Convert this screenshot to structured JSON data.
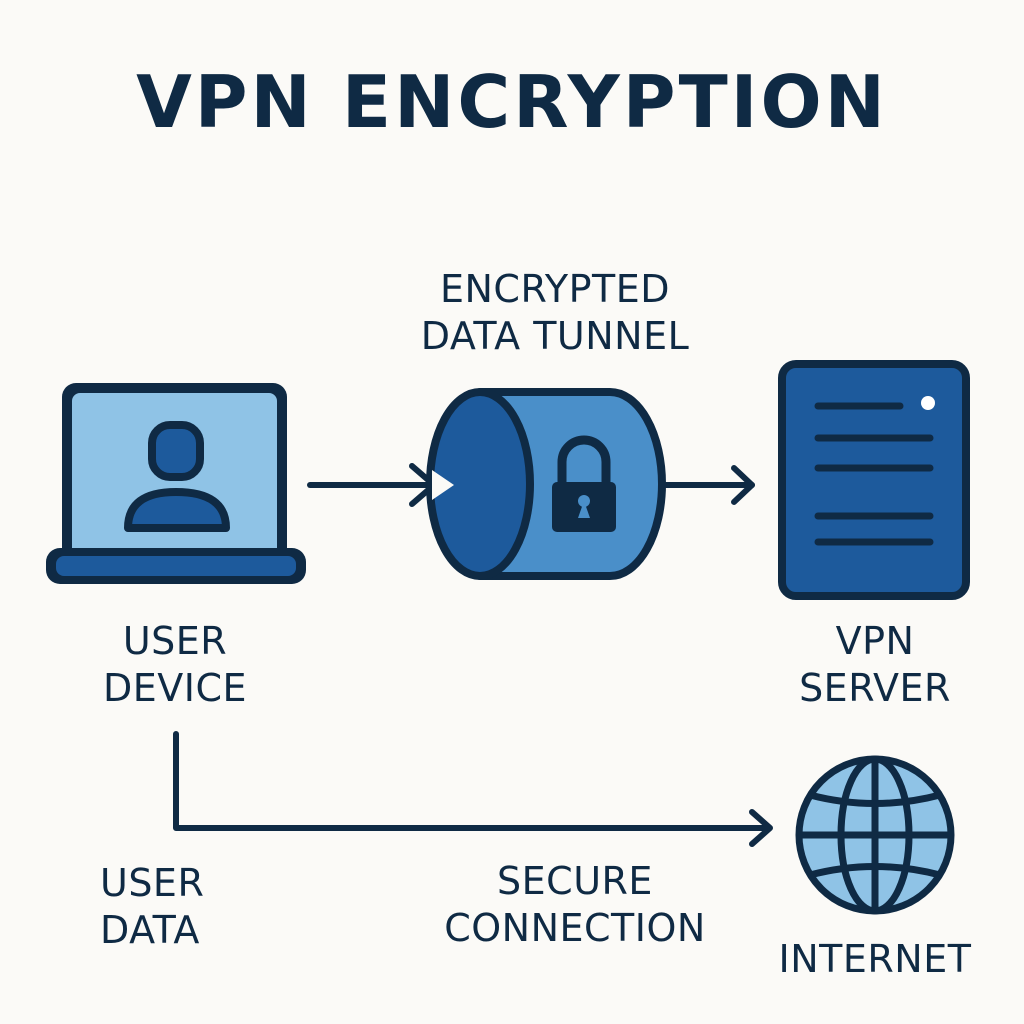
{
  "title": "VPN ENCRYPTION",
  "nodes": {
    "user_device": {
      "line1": "USER",
      "line2": "DEVICE",
      "icon": "laptop-user-icon"
    },
    "tunnel": {
      "line1": "ENCRYPTED",
      "line2": "DATA TUNNEL",
      "icon": "padlock-icon"
    },
    "vpn_server": {
      "line1": "VPN",
      "line2": "SERVER",
      "icon": "server-icon"
    },
    "internet": {
      "label": "INTERNET",
      "icon": "globe-icon"
    }
  },
  "edges": {
    "user_data": {
      "line1": "USER",
      "line2": "DATA"
    },
    "secure_connection": {
      "line1": "SECURE",
      "line2": "CONNECTION"
    }
  },
  "colors": {
    "outline": "#0f2a44",
    "dark_blue": "#1d5a9c",
    "mid_blue": "#4a8fc9",
    "light_blue": "#8fc3e6",
    "background": "#fbfaf7"
  }
}
